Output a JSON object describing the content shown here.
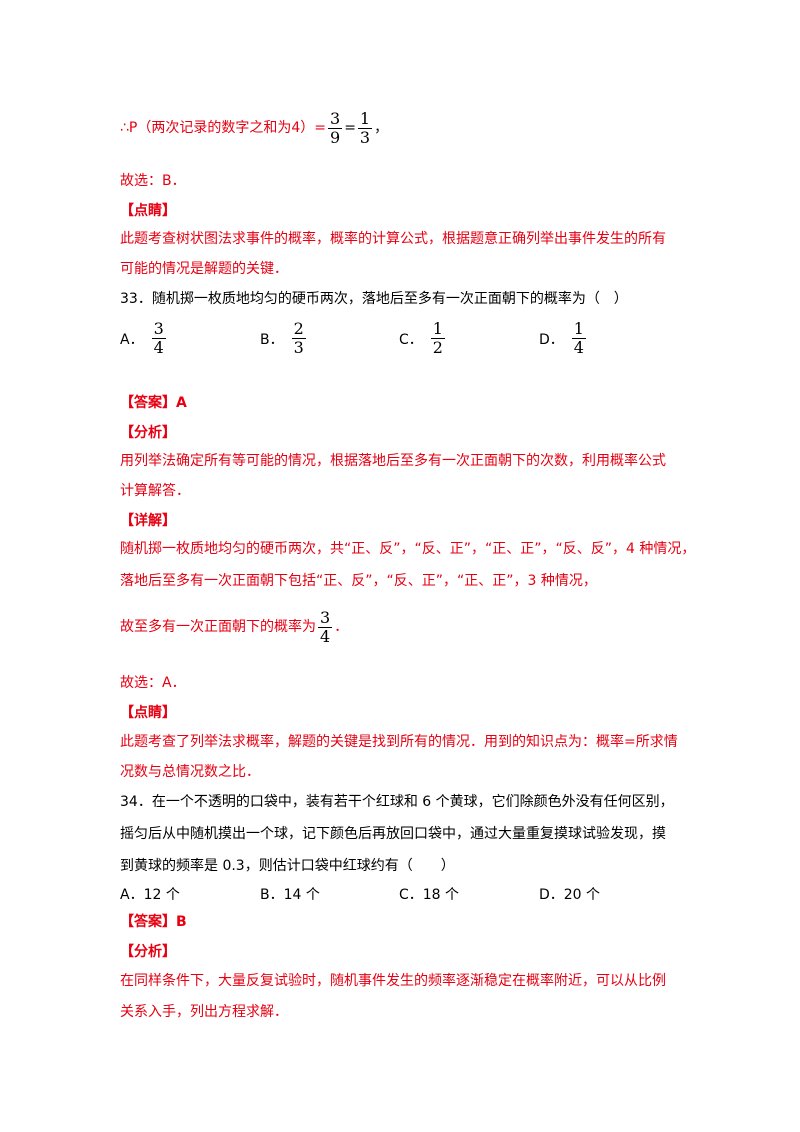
{
  "conclusion": {
    "prefix": "∴P（两次记录的数字之和为4）=",
    "frac1": {
      "num": "3",
      "den": "9"
    },
    "eq": "=",
    "frac2": {
      "num": "1",
      "den": "3"
    },
    "suffix": "，"
  },
  "q32": {
    "choose": "故选：B．",
    "comment_tag": "【点睛】",
    "comment_1": "此题考查树状图法求事件的概率，概率的计算公式，根据题意正确列举出事件发生的所有",
    "comment_2": "可能的情况是解题的关键．"
  },
  "q33": {
    "stem": "33．随机掷一枚质地均匀的硬币两次，落地后至多有一次正面朝下的概率为（　）",
    "options": [
      {
        "label": "A．",
        "num": "3",
        "den": "4"
      },
      {
        "label": "B．",
        "num": "2",
        "den": "3"
      },
      {
        "label": "C．",
        "num": "1",
        "den": "2"
      },
      {
        "label": "D．",
        "num": "1",
        "den": "4"
      }
    ],
    "answer": "【答案】A",
    "analysis_tag": "【分析】",
    "analysis_1": "用列举法确定所有等可能的情况，根据落地后至多有一次正面朝下的次数，利用概率公式",
    "analysis_2": "计算解答．",
    "detail_tag": "【详解】",
    "detail_1": "随机掷一枚质地均匀的硬币两次，共“正、反”，“反、正”，“正、正”，“反、反”，4 种情况，",
    "detail_2": "落地后至多有一次正面朝下包括“正、反”，“反、正”，“正、正”，3 种情况，",
    "detail_3_prefix": "故至多有一次正面朝下的概率为",
    "detail_3_frac": {
      "num": "3",
      "den": "4"
    },
    "detail_3_suffix": "．",
    "choose": "故选：A．",
    "comment_tag": "【点睛】",
    "comment_1": "此题考查了列举法求概率，解题的关键是找到所有的情况．用到的知识点为：概率=所求情",
    "comment_2": "况数与总情况数之比．"
  },
  "q34": {
    "stem_1": "34．在一个不透明的口袋中，装有若干个红球和 6 个黄球，它们除颜色外没有任何区别，",
    "stem_2": "摇匀后从中随机摸出一个球，记下颜色后再放回口袋中，通过大量重复摸球试验发现，摸",
    "stem_3": "到黄球的频率是 0.3，则估计口袋中红球约有（　　）",
    "options": [
      "A．12 个",
      "B．14 个",
      "C．18 个",
      "D．20 个"
    ],
    "answer": "【答案】B",
    "analysis_tag": "【分析】",
    "analysis_1": "在同样条件下，大量反复试验时，随机事件发生的频率逐渐稳定在概率附近，可以从比例",
    "analysis_2": "关系入手，列出方程求解．"
  }
}
